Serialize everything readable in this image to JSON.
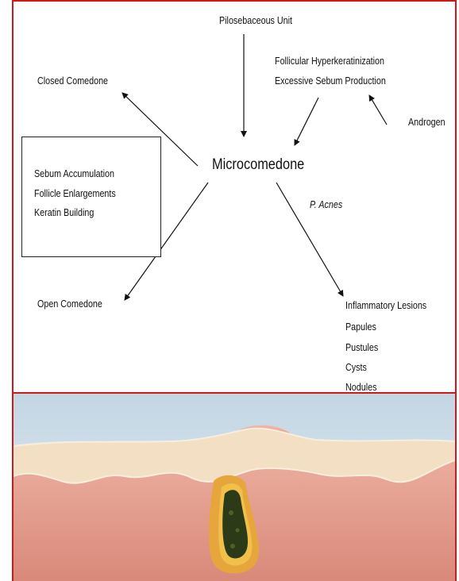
{
  "diagram": {
    "center": "Microcomedone",
    "top": "Pilosebaceous Unit",
    "upper_right_lines": [
      "Follicular Hyperkeratinization",
      "Excessive Sebum Production"
    ],
    "far_right": "Androgen",
    "upper_left": "Closed Comedone",
    "lower_left": "Open Comedone",
    "lower_right_label": "P. Acnes",
    "box_lines": [
      "Sebum Accumulation",
      "Follicle Enlargements",
      "Keratin Building"
    ],
    "lesions": [
      "Inflammatory Lesions",
      "Papules",
      "Pustules",
      "Cysts",
      "Nodules"
    ]
  },
  "colors": {
    "frame": "#d01a1a",
    "skin": "#e8a493",
    "epidermis": "#f2dcc0",
    "comedone": "#2c3a18",
    "follicle": "#e6a53a"
  },
  "illustration_icon": "skin-cross-section-comedone"
}
